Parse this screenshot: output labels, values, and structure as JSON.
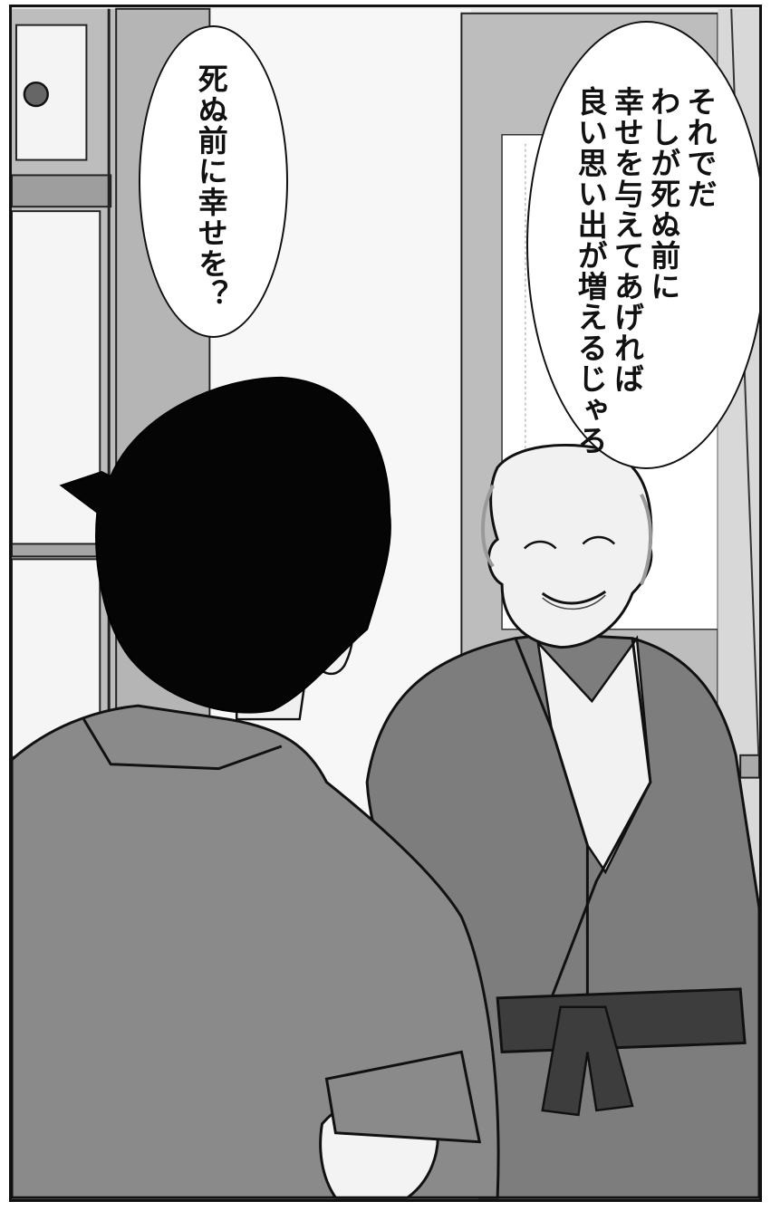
{
  "speech": {
    "young_man": {
      "line1": "死ぬ前に幸せを？"
    },
    "old_man": {
      "line1": "それでだ",
      "line2": "わしが死ぬ前に",
      "line3": "幸せを与えてあげれば",
      "line4": "良い思い出が増えるじゃろ"
    }
  },
  "colors": {
    "ink": "#111111",
    "paper": "#ffffff",
    "shirt": "#8a8a8a",
    "robe": "#7d7d7d",
    "hair": "#050505",
    "wall": "#e9e9e9",
    "frame": "#9a9a9a"
  }
}
